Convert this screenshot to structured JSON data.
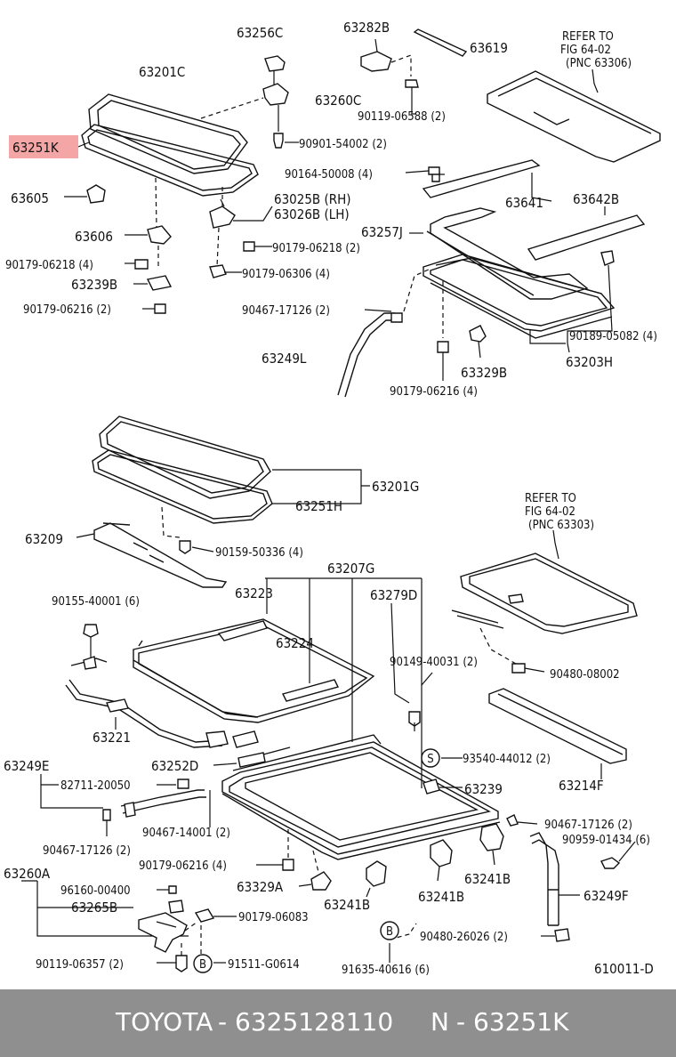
{
  "diagram": {
    "highlight_color": "#f4a6a6",
    "labels": {
      "p63256C": "63256C",
      "p63282B": "63282B",
      "p63619": "63619",
      "refer1_l1": "REFER TO",
      "refer1_l2": "FIG 64-02",
      "refer1_l3": "(PNC 63306)",
      "p63201C": "63201C",
      "p63260C": "63260C",
      "p90119_06588": "90119-06588 (2)",
      "p63251K": "63251K",
      "p90901_54002": "90901-54002 (2)",
      "p90164_50008": "90164-50008 (4)",
      "p63641": "63641",
      "p63642B": "63642B",
      "p63605": "63605",
      "p63025B": "63025B (RH)",
      "p63026B": "63026B (LH)",
      "p63257J": "63257J",
      "p63606": "63606",
      "p90179_06218a": "90179-06218 (2)",
      "p90179_06218b": "90179-06218 (4)",
      "p90179_06306": "90179-06306 (4)",
      "p63239B": "63239B",
      "p90179_06216a": "90179-06216 (2)",
      "p90467_17126a": "90467-17126 (2)",
      "p90189_05082": "90189-05082 (4)",
      "p63249L": "63249L",
      "p63329B": "63329B",
      "p63203H": "63203H",
      "p90179_06216b": "90179-06216 (4)",
      "p63201G": "63201G",
      "p63251H": "63251H",
      "refer2_l1": "REFER TO",
      "refer2_l2": "FIG 64-02",
      "refer2_l3": "(PNC 63303)",
      "p63209": "63209",
      "p90159_50336": "90159-50336 (4)",
      "p63207G": "63207G",
      "p90155_40001": "90155-40001 (6)",
      "p63223": "63223",
      "p63279D": "63279D",
      "p63224": "63224",
      "p90149_40031": "90149-40031 (2)",
      "p90480_08002": "90480-08002",
      "p63221": "63221",
      "p63252D": "63252D",
      "p93540_44012": "93540-44012 (2)",
      "p63249E": "63249E",
      "p82711_20050": "82711-20050",
      "p63239": "63239",
      "p63214F": "63214F",
      "p90467_14001": "90467-14001 (2)",
      "p90467_17126b": "90467-17126 (2)",
      "p90467_17126c": "90467-17126 (2)",
      "p90959_01434": "90959-01434 (6)",
      "p90179_06216c": "90179-06216 (4)",
      "p63329A": "63329A",
      "p63241B_a": "63241B",
      "p63241B_b": "63241B",
      "p63241B_c": "63241B",
      "p63249F": "63249F",
      "p63260A": "63260A",
      "p96160_00400": "96160-00400",
      "p63265B": "63265B",
      "p90179_06083": "90179-06083",
      "p90480_26026": "90480-26026 (2)",
      "p90119_06357": "90119-06357 (2)",
      "p91511_G0614": "91511-G0614",
      "p91635_40616": "91635-40616 (6)",
      "fig_id": "610011-D",
      "circ_s": "S",
      "circ_b1": "B",
      "circ_b2": "B"
    }
  },
  "footer": {
    "brand": "TOYOTA",
    "sep1": "-",
    "oem_number": "6325128110",
    "n_prefix": "N",
    "sep2": "-",
    "part_code": "63251K",
    "background": "#8f8f8f"
  }
}
